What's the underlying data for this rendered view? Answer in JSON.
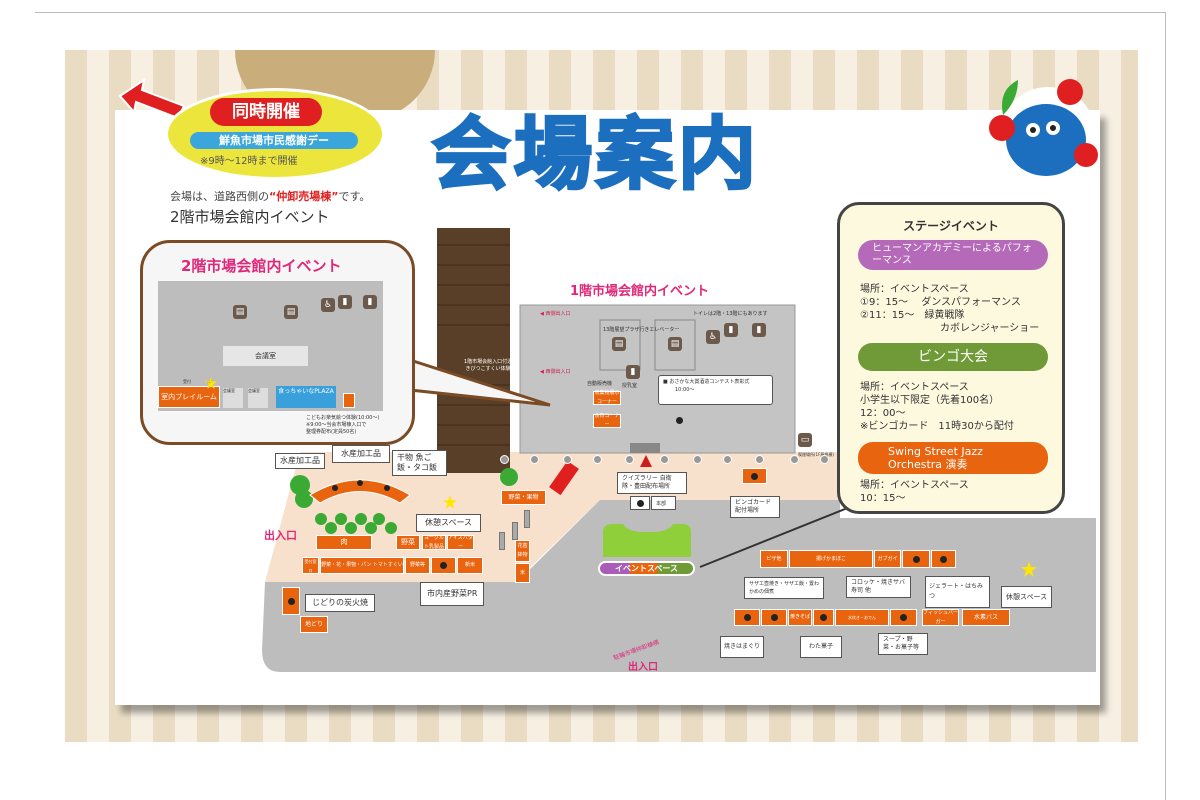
{
  "title": "会場案内",
  "concurrent": {
    "badge": "同時開催",
    "event": "鮮魚市場市民感謝デー",
    "hours": "※9時～12時まで開催"
  },
  "intro": {
    "before": "会場は、道路西側の",
    "highlight": "“仲卸売場棟”",
    "after": "です。"
  },
  "subtitle": "2階市場会館内イベント",
  "floor2": {
    "title": "2階市場会館内イベント",
    "hall": "会議室",
    "playroom": "室内プレイルーム",
    "plaza": "食っちゃいなPLAZA",
    "room_a": "会議室",
    "room_b": "会議室",
    "small_label": "受付",
    "note": "こどもお楽気絵つ体験(10:00～)",
    "note2": "※9:00～当会市場棟入口で",
    "note3": "整理券配布(定員50名)",
    "quiz": "クイズラリー"
  },
  "floor1": {
    "title": "1階市場会館内イベント",
    "toilet_note": "トイレは2階・13階にもあります",
    "elevator": "13階展望プラザ行きエレベーター",
    "exit1": "西側出入口",
    "exit2": "西側出入口",
    "entrance_note": "1階市場会館入口付近",
    "entrance_note2": "きびつこすくい体験",
    "aed": "自動販売機",
    "nursing": "授乳室",
    "corner1": "収集物展示コーナー",
    "corner2": "食育コーナー",
    "contest": "■ おさかな大賞酒造コンテスト表彰式",
    "contest_time": "10:00～",
    "smoking": "喫煙場所(1F屋根横)"
  },
  "stage": {
    "title": "ステージイベント",
    "e1": {
      "name": "ヒューマンアカデミーによるパフォーマンス",
      "place": "場所：イベントスペース",
      "t1": "①9：15～　 ダンスパフォーマンス",
      "t2": "②11：15～　緑黄戦隊",
      "t3": "カボレンジャーショー"
    },
    "e2": {
      "name": "ビンゴ大会",
      "place": "場所：イベントスペース",
      "limit": "小学生以下限定（先着100名）",
      "time": "12：00～",
      "card": "※ビンゴカード　11時30から配付"
    },
    "e3": {
      "name": "Swing Street Jazz Orchestra 演奏",
      "place": "場所：イベントスペース",
      "time": "10：15～"
    }
  },
  "map": {
    "suisan1": "水産加工品",
    "suisan2": "水産加工品",
    "himono": "干物 魚ご飯・タコ飯",
    "rest1": "休憩スペース",
    "rest2": "休憩スペース",
    "entrance1": "出入口",
    "entrance2": "出入口",
    "road": "駐輪市場仲卸棟横",
    "meat": "肉",
    "yasai": "野菜",
    "yogurt": "ヨーグルト乳製品",
    "ice": "アイスバター",
    "yasai_kudamono": "野菜・果物",
    "jumin": "受付窓口",
    "yasai_hana": "野菜・花・果物・パン トマトすくい",
    "yasai2": "野菜等",
    "shinmai": "新米",
    "pr": "市内産野菜PR",
    "kome": "米",
    "hanabachi": "花苗鉢物",
    "sumi": "じどりの炭火焼",
    "jidori": "地どり",
    "quiz_rally": "クイズラリー 自衛隊・豊田配布場所",
    "honbu": "本部",
    "bingo_card": "ビンゴカード配付場所",
    "event_space": "イベントスペース",
    "stalls_top": [
      "ピザ他",
      "揚げかまぼこ",
      "ガブガイ",
      "",
      ""
    ],
    "sazae": "サザエ壺焼き・サザエ飯・置わかめの佃煮",
    "croquette": "コロッケ・焼きサバ寿司 他",
    "gelato": "ジェラート・はちみつ",
    "soba": "焼きそば",
    "misc": "水炊き・おでん",
    "fish_burger": "フィッシュバーガー",
    "bus": "水素バス",
    "kakigori": "焼きはまぐり",
    "watagashi": "わた菓子",
    "soup": "スープ・野菜・お菓子等"
  }
}
